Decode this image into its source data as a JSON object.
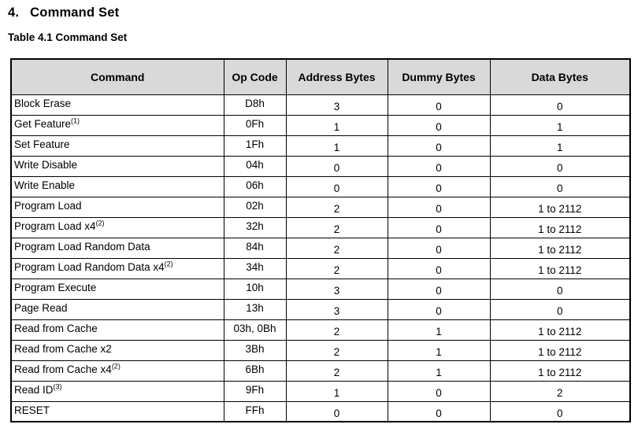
{
  "page": {
    "section_number": "4.",
    "section_title": "Command Set",
    "table_caption": "Table 4.1 Command Set"
  },
  "colors": {
    "header_background": "#d9d9d9",
    "table_border": "#000000",
    "text": "#000000"
  },
  "table": {
    "headers": [
      "Command",
      "Op Code",
      "Address Bytes",
      "Dummy Bytes",
      "Data Bytes"
    ],
    "rows": [
      {
        "command": "Block Erase",
        "footnote": "",
        "op_code": "D8h",
        "address_bytes": "3",
        "dummy_bytes": "0",
        "data_bytes": "0"
      },
      {
        "command": "Get Feature",
        "footnote": "(1)",
        "op_code": "0Fh",
        "address_bytes": "1",
        "dummy_bytes": "0",
        "data_bytes": "1"
      },
      {
        "command": "Set Feature",
        "footnote": "",
        "op_code": "1Fh",
        "address_bytes": "1",
        "dummy_bytes": "0",
        "data_bytes": "1"
      },
      {
        "command": "Write Disable",
        "footnote": "",
        "op_code": "04h",
        "address_bytes": "0",
        "dummy_bytes": "0",
        "data_bytes": "0"
      },
      {
        "command": "Write Enable",
        "footnote": "",
        "op_code": "06h",
        "address_bytes": "0",
        "dummy_bytes": "0",
        "data_bytes": "0"
      },
      {
        "command": "Program Load",
        "footnote": "",
        "op_code": "02h",
        "address_bytes": "2",
        "dummy_bytes": "0",
        "data_bytes": "1 to 2112"
      },
      {
        "command": "Program Load x4",
        "footnote": "(2)",
        "op_code": "32h",
        "address_bytes": "2",
        "dummy_bytes": "0",
        "data_bytes": "1 to 2112"
      },
      {
        "command": "Program Load Random Data",
        "footnote": "",
        "op_code": "84h",
        "address_bytes": "2",
        "dummy_bytes": "0",
        "data_bytes": "1 to 2112"
      },
      {
        "command": "Program Load Random Data x4",
        "footnote": "(2)",
        "op_code": "34h",
        "address_bytes": "2",
        "dummy_bytes": "0",
        "data_bytes": "1 to 2112"
      },
      {
        "command": "Program Execute",
        "footnote": "",
        "op_code": "10h",
        "address_bytes": "3",
        "dummy_bytes": "0",
        "data_bytes": "0"
      },
      {
        "command": "Page Read",
        "footnote": "",
        "op_code": "13h",
        "address_bytes": "3",
        "dummy_bytes": "0",
        "data_bytes": "0"
      },
      {
        "command": "Read from Cache",
        "footnote": "",
        "op_code": "03h, 0Bh",
        "address_bytes": "2",
        "dummy_bytes": "1",
        "data_bytes": "1 to 2112"
      },
      {
        "command": "Read from Cache x2",
        "footnote": "",
        "op_code": "3Bh",
        "address_bytes": "2",
        "dummy_bytes": "1",
        "data_bytes": "1 to 2112"
      },
      {
        "command": "Read from Cache x4",
        "footnote": "(2)",
        "op_code": "6Bh",
        "address_bytes": "2",
        "dummy_bytes": "1",
        "data_bytes": "1 to 2112"
      },
      {
        "command": "Read ID",
        "footnote": "(3)",
        "op_code": "9Fh",
        "address_bytes": "1",
        "dummy_bytes": "0",
        "data_bytes": "2"
      },
      {
        "command": "RESET",
        "footnote": "",
        "op_code": "FFh",
        "address_bytes": "0",
        "dummy_bytes": "0",
        "data_bytes": "0"
      }
    ]
  }
}
